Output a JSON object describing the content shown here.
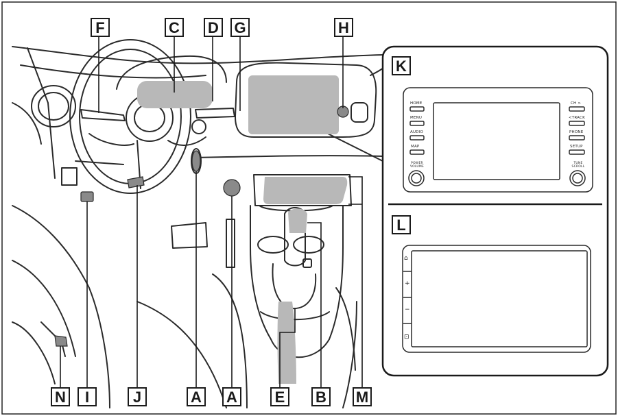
{
  "callouts": {
    "F": "F",
    "C": "C",
    "D": "D",
    "G": "G",
    "H": "H",
    "K": "K",
    "L": "L",
    "N": "N",
    "I": "I",
    "J": "J",
    "A1": "A",
    "A2": "A",
    "E": "E",
    "B": "B",
    "M": "M"
  },
  "panel_k": {
    "left_buttons": [
      "HOME",
      "MENU",
      "AUDIO",
      "MAP"
    ],
    "right_buttons": [
      "CH >",
      "<TRACK",
      "PHONE",
      "SETUP"
    ],
    "left_knob": "POWER VOLUME",
    "right_knob": "TUNE SCROLL"
  },
  "panel_l": {
    "side_buttons": [
      "⌂",
      "+",
      "−",
      "⊡"
    ]
  }
}
